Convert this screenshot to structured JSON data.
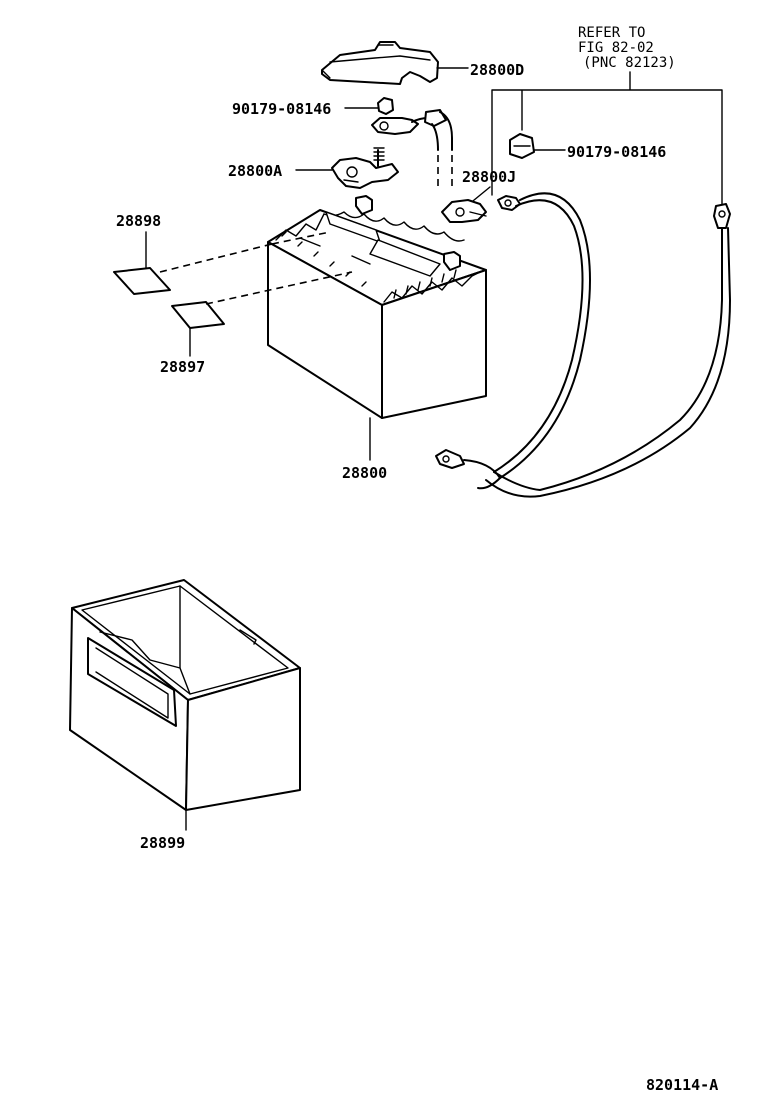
{
  "labels": {
    "ref_line1": "REFER TO",
    "ref_line2": "FIG 82-02",
    "ref_line3": "(PNC 82123)",
    "holddown_clamp": "28800D",
    "nut_left": "90179-08146",
    "nut_right": "90179-08146",
    "terminal_a": "28800A",
    "terminal_j": "28800J",
    "label_upper": "28898",
    "label_lower": "28897",
    "battery": "28800",
    "tray": "28899",
    "figure_code": "820114-A"
  }
}
